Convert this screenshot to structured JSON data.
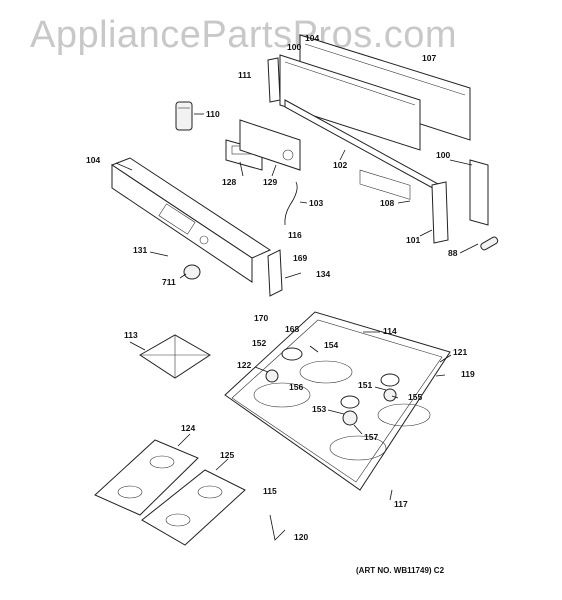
{
  "watermark": "AppliancePartsPros.com",
  "art_number": "(ART NO. WB11749) C2",
  "callouts": {
    "c104a": "104",
    "c100a": "100",
    "c107": "107",
    "c111": "111",
    "c110": "110",
    "c128": "128",
    "c129": "129",
    "c102": "102",
    "c100b": "100",
    "c104b": "104",
    "c103": "103",
    "c108": "108",
    "c101": "101",
    "c88": "88",
    "c116": "116",
    "c131": "131",
    "c169": "169",
    "c134": "134",
    "c711": "711",
    "c170": "170",
    "c168": "168",
    "c114": "114",
    "c113": "113",
    "c152": "152",
    "c154": "154",
    "c121": "121",
    "c122": "122",
    "c156": "156",
    "c151": "151",
    "c119": "119",
    "c155": "155",
    "c153": "153",
    "c157": "157",
    "c124": "124",
    "c125": "125",
    "c115": "115",
    "c117": "117",
    "c120": "120"
  }
}
